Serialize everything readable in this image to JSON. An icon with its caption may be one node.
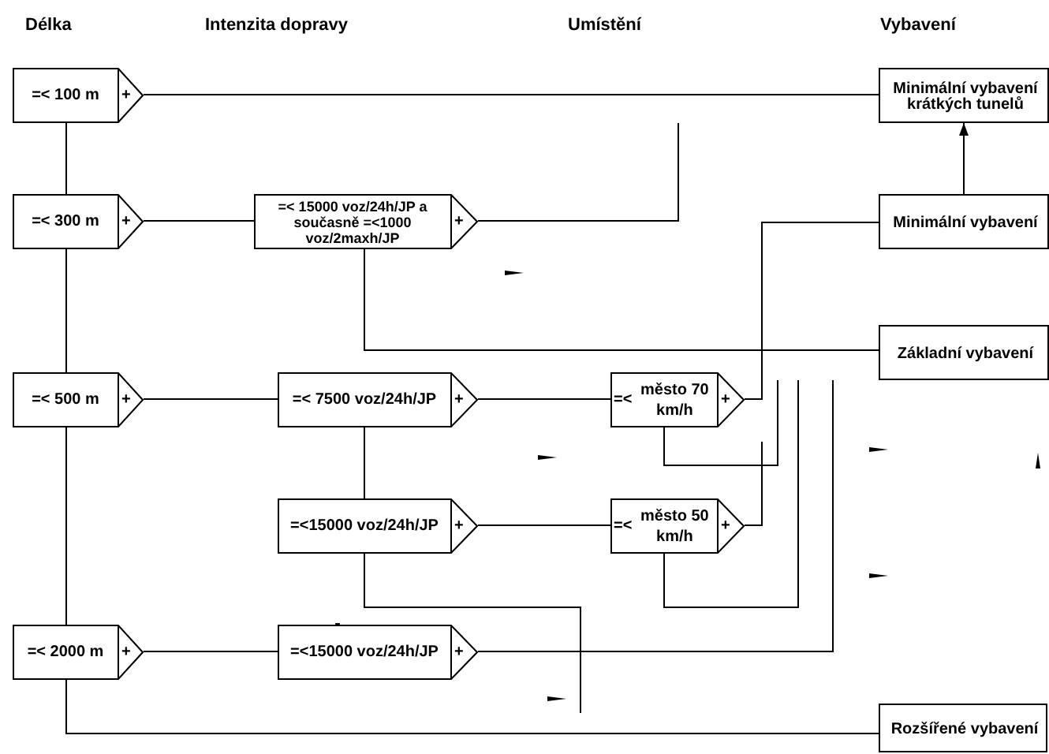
{
  "diagram": {
    "nodes": [
      {
        "text": [
          "=< 100 m",
          "+"
        ]
      },
      {
        "text": [
          "=< 300 m",
          "+"
        ]
      },
      {
        "text": [
          "=< 500 m",
          "+"
        ]
      },
      {
        "text": [
          "=< 2000 m",
          "+"
        ]
      },
      {
        "text": [
          "=< 15000 voz/24h/JP a současně =<1000 voz/2maxh/JP",
          "+"
        ]
      },
      {
        "text": [
          "=< 7500 voz/24h/JP",
          "+"
        ]
      },
      {
        "text": [
          "=<15000 voz/24h/JP",
          "+"
        ]
      },
      {
        "text": [
          "=<15000 voz/24h/JP",
          "+"
        ]
      },
      {
        "text": [
          "=<",
          "město 70 km/h",
          "+"
        ]
      },
      {
        "text": [
          "=<",
          "město 50 km/h",
          "+"
        ]
      },
      {
        "text": [
          "Minimální vybavení krátkých tunelů"
        ]
      },
      {
        "text": [
          "Minimální vybavení"
        ]
      },
      {
        "text": [
          "Základní vybavení"
        ]
      },
      {
        "text": [
          "Rozšířené vybavení"
        ]
      }
    ],
    "edges": [
      {
        "from": 0,
        "to": 10,
        "arrow": "none"
      },
      {
        "from": 0,
        "to": 1,
        "arrow": "none"
      },
      {
        "from": 1,
        "to": 2,
        "arrow": "none"
      },
      {
        "from": 2,
        "to": 3,
        "arrow": "none"
      },
      {
        "from": 1,
        "to": 4,
        "arrow": "none"
      },
      {
        "from": 4,
        "to": null,
        "arrow": "none"
      },
      {
        "from": 4,
        "to": 12,
        "arrow": "none"
      },
      {
        "from": 2,
        "to": 5,
        "arrow": "none"
      },
      {
        "from": 5,
        "to": 8,
        "arrow": "none"
      },
      {
        "from": 5,
        "to": 6,
        "arrow": "none"
      },
      {
        "from": 6,
        "to": 9,
        "arrow": "none"
      },
      {
        "from": 8,
        "to": 11,
        "arrow": "none"
      },
      {
        "from": 9,
        "to": null,
        "arrow": "none"
      },
      {
        "from": 8,
        "to": null,
        "arrow": "none"
      },
      {
        "from": 9,
        "to": null,
        "arrow": "none"
      },
      {
        "from": 7,
        "to": null,
        "arrow": "none"
      },
      {
        "from": 6,
        "to": null,
        "arrow": "none"
      },
      {
        "from": 3,
        "to": 7,
        "arrow": "none"
      },
      {
        "from": 3,
        "to": 13,
        "arrow": "none"
      },
      {
        "from": 11,
        "to": 10,
        "arrow": "to"
      }
    ],
    "labels": [
      "Délka",
      "Intenzita dopravy",
      "Umístění",
      "Vybavení"
    ]
  }
}
